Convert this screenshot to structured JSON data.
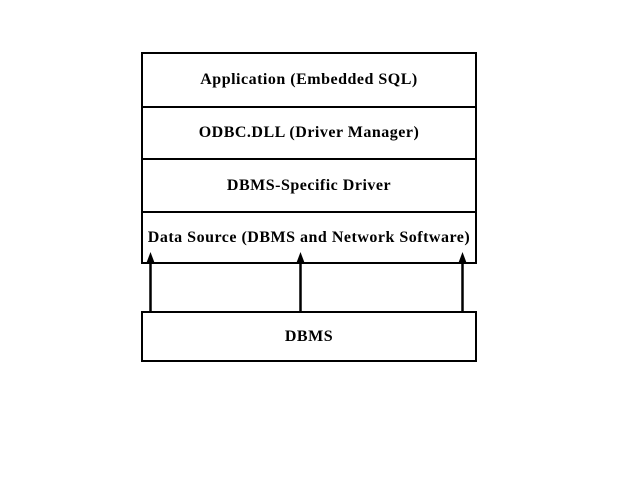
{
  "diagram": {
    "layers": [
      "Application (Embedded SQL)",
      "ODBC.DLL (Driver Manager)",
      "DBMS-Specific Driver",
      "Data Source (DBMS and Network Software)"
    ],
    "bottom_box": "DBMS",
    "connector_count": 3,
    "colors": {
      "line": "#000000",
      "text": "#000000",
      "background": "#ffffff",
      "box_fill": "#ffffff"
    }
  }
}
